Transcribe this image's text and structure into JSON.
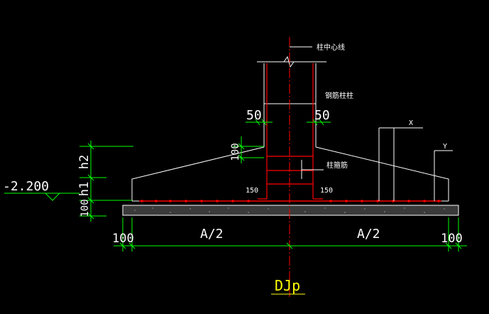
{
  "drawing": {
    "title": "DJp",
    "labels": {
      "column_centerline": "柱中心线",
      "steel_column": "钢筋柱柱",
      "column_rebar": "柱箍筋",
      "offset_left": "50",
      "offset_right": "50",
      "slope_dim": "100",
      "hook_left": "150",
      "hook_right": "150",
      "elevation": "-2.200",
      "h2": "h2",
      "h1": "h1",
      "cushion_thickness": "100",
      "x_label": "X",
      "y_label": "Y",
      "left_edge": "100",
      "left_half": "A/2",
      "right_half": "A/2",
      "right_edge": "100"
    },
    "colors": {
      "background": "#000000",
      "white": "#ffffff",
      "green": "#00ff00",
      "red": "#ff0000",
      "yellow": "#ffff00",
      "cushion_fill": "#3a3a3a"
    }
  }
}
